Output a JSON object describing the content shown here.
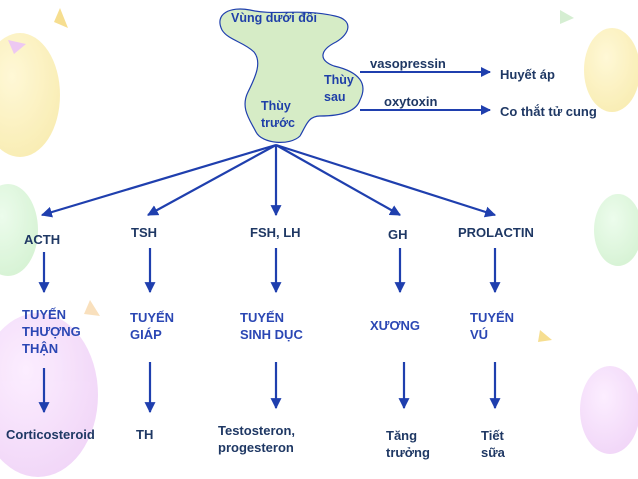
{
  "colors": {
    "arrow": "#1f3fae",
    "gland_fill": "#d6ecc6",
    "gland_stroke": "#1f3fae",
    "text": "#1f3864"
  },
  "gland": {
    "hypothalamus": "Vùng dưới đồi",
    "posterior": "Thùy\nsau",
    "anterior": "Thùy\ntrước"
  },
  "posterior_hormones": [
    {
      "hormone": "vasopressin",
      "effect": "Huyết áp"
    },
    {
      "hormone": "oxytoxin",
      "effect": "Co thắt tử cung"
    }
  ],
  "columns": [
    {
      "hormone": "ACTH",
      "target": "TUYẾN\nTHƯỢNG\nTHẬN",
      "product": "Corticosteroid"
    },
    {
      "hormone": "TSH",
      "target": "TUYẾN\nGIÁP",
      "product": "TH"
    },
    {
      "hormone": "FSH, LH",
      "target": "TUYẾN\nSINH DỤC",
      "product": "Testosteron,\nprogesteron"
    },
    {
      "hormone": "GH",
      "target": "XƯƠNG",
      "product": "Tăng\ntrưởng"
    },
    {
      "hormone": "PROLACTIN",
      "target": "TUYẾN\nVÚ",
      "product": "Tiết\nsữa"
    }
  ]
}
